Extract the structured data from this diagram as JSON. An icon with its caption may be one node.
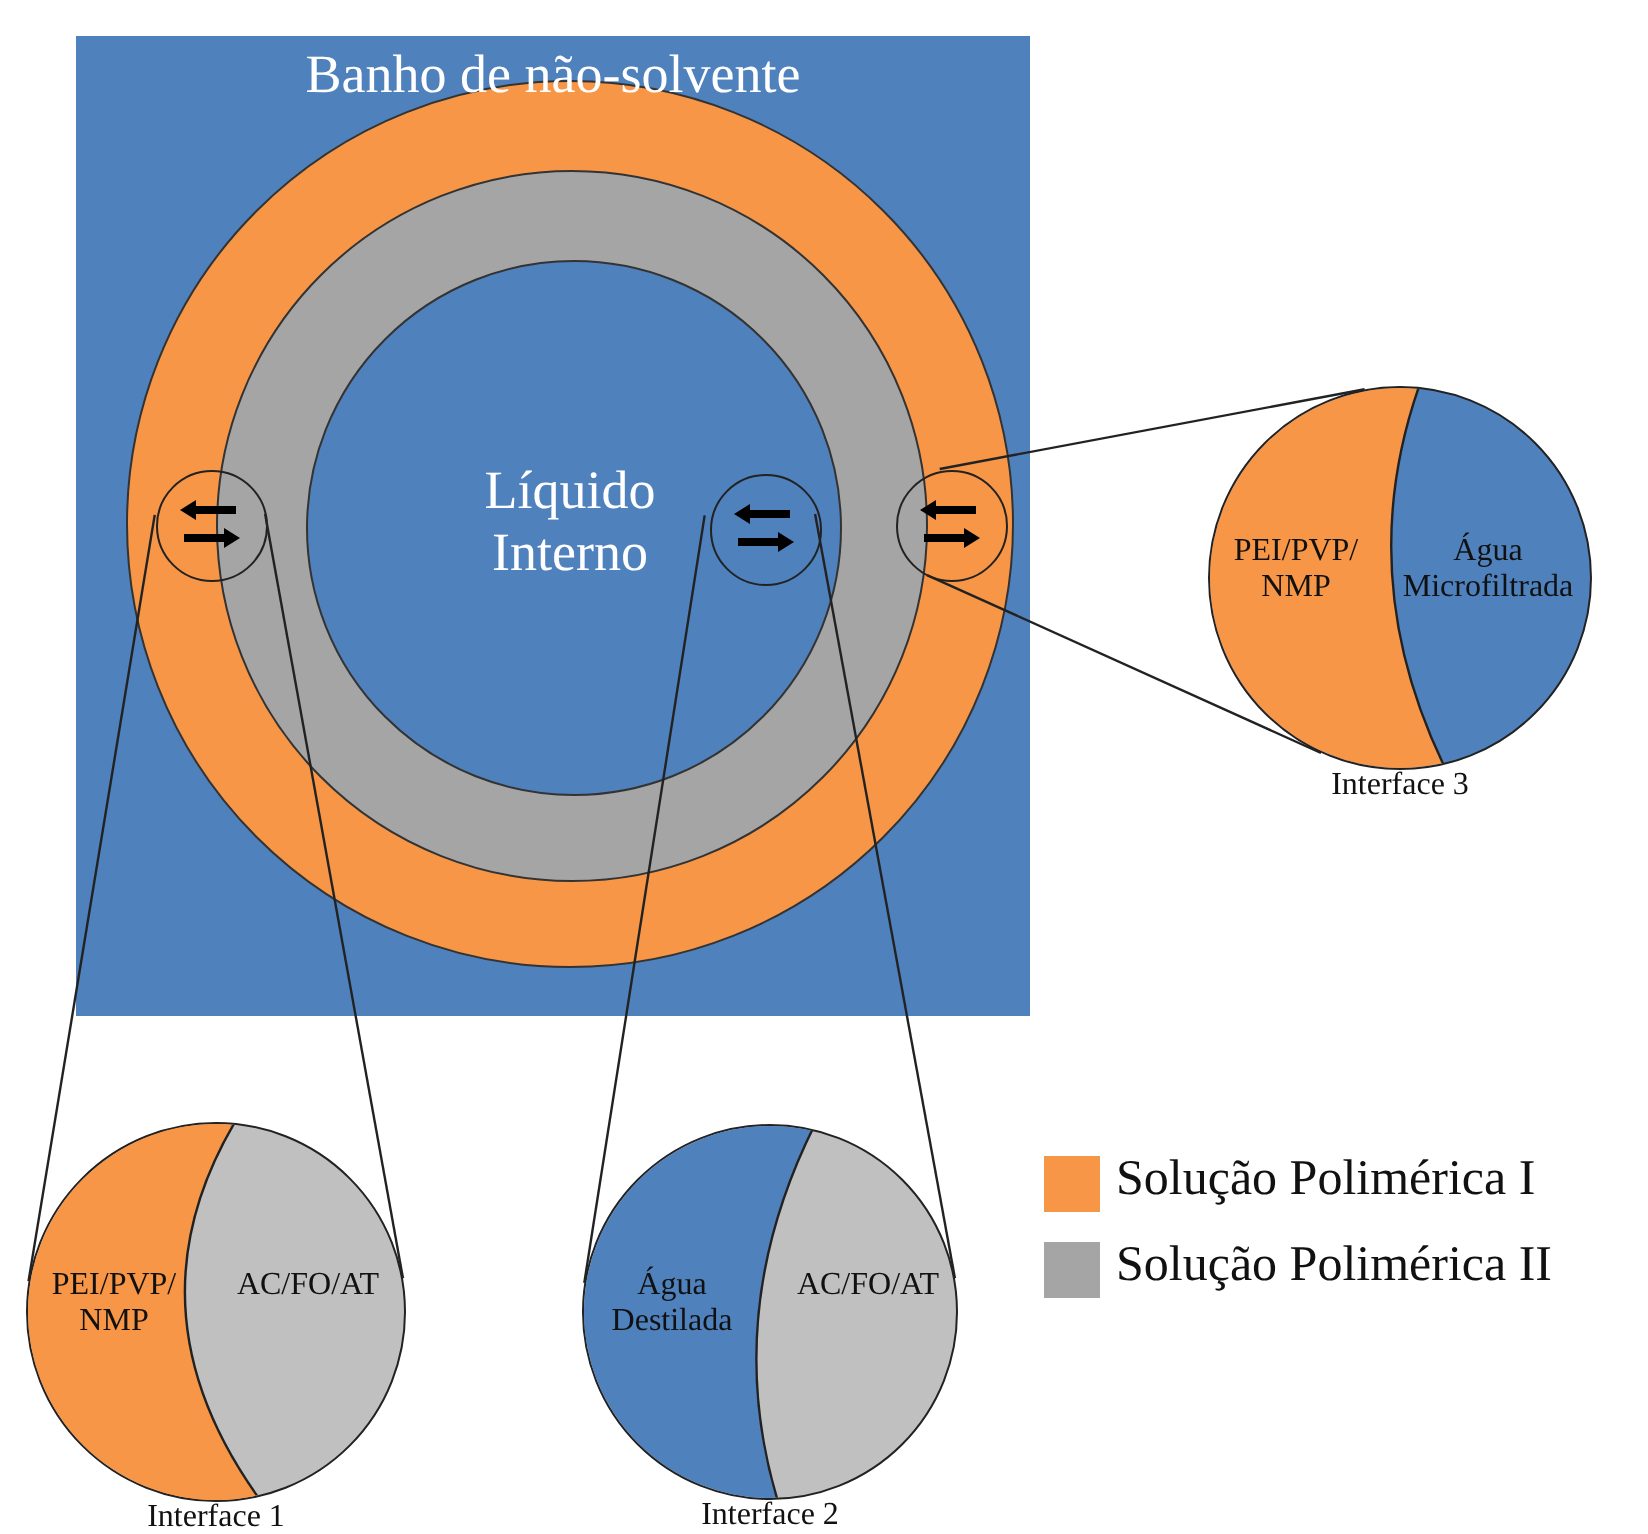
{
  "diagram": {
    "nodes": [
      {
        "text": [
          "Banho de não-solvente"
        ]
      },
      {
        "text": [],
        "shape": "circle",
        "in": 0
      },
      {
        "text": [],
        "shape": "circle",
        "in": 1
      },
      {
        "text": [
          "Líquido Interno"
        ],
        "in": 2
      },
      {
        "text": [],
        "shape": "circle",
        "in": 1
      },
      {
        "text": [],
        "shape": "circle",
        "in": 3
      },
      {
        "text": [],
        "shape": "circle",
        "in": 1
      },
      {
        "text": [
          "PEI/PVP/ NMP",
          "AC/FO/AT"
        ],
        "beside": [
          "Interface 1"
        ]
      },
      {
        "text": [
          "Água Destilada",
          "AC/FO/AT"
        ],
        "beside": [
          "Interface 2"
        ]
      },
      {
        "text": [
          "PEI/PVP/ NMP",
          "Água Microfiltrada"
        ],
        "beside": [
          "Interface 3"
        ]
      }
    ],
    "edges": [
      {
        "from": 4,
        "to": 7,
        "arrow": "none"
      },
      {
        "from": 4,
        "to": 7,
        "arrow": "none"
      },
      {
        "from": 5,
        "to": 8,
        "arrow": "none"
      },
      {
        "from": 5,
        "to": 8,
        "arrow": "none"
      },
      {
        "from": 6,
        "to": 9,
        "arrow": "none"
      },
      {
        "from": 6,
        "to": 9,
        "arrow": "none"
      }
    ],
    "legend": [
      {
        "text": "Solução Polimérica I",
        "color": "#f79646"
      },
      {
        "text": "Solução Polimérica II",
        "color": "#a5a5a5"
      }
    ]
  }
}
